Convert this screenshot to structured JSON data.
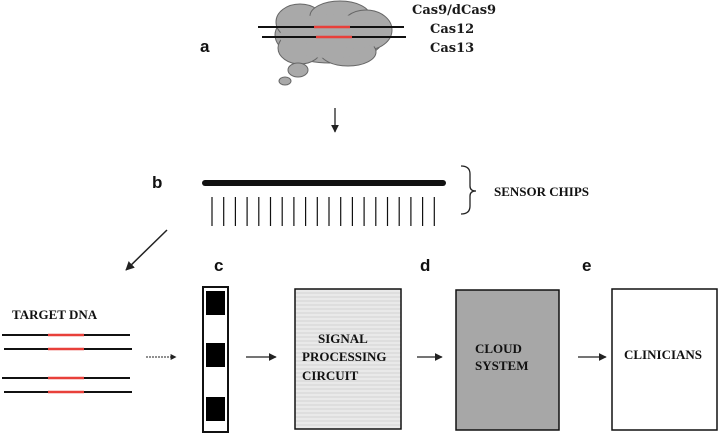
{
  "panels": {
    "a": "a",
    "b": "b",
    "c": "c",
    "d": "d",
    "e": "e"
  },
  "cas_labels": [
    "Cas9/dCas9",
    "Cas12",
    "Cas13"
  ],
  "sensor_label": "SENSOR CHIPS",
  "target_label": "TARGET DNA",
  "boxes": {
    "signal": [
      "SIGNAL",
      "PROCESSING",
      "CIRCUIT"
    ],
    "cloud": [
      "CLOUD",
      "SYSTEM"
    ],
    "clinicians": "CLINICIANS"
  },
  "colors": {
    "highlight_red": "#e8403a",
    "cloud_gray": "#a7a7a7",
    "signal_gray": "#e7e7e7"
  }
}
